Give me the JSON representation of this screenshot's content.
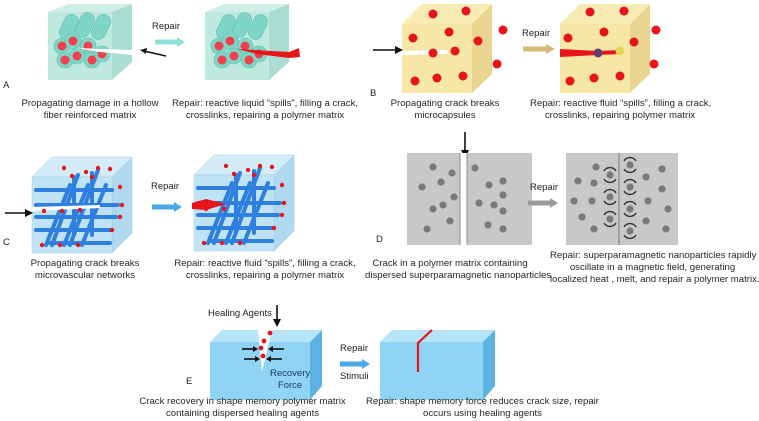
{
  "panels": {
    "A": {
      "letter": "A",
      "arrow_label": "Repair",
      "caption_before": [
        "Propagating damage in a hollow",
        "fiber reinforced matrix"
      ],
      "caption_after": [
        "Repair: reactive  liquid “spills”, filling a crack,",
        "crosslinks, repairing a polymer matrix"
      ],
      "colors": {
        "matrix": "#bfe8df",
        "fiber": "#6fcfbf",
        "core": "#f04050",
        "arrow": "#8ee0d6"
      }
    },
    "B": {
      "letter": "B",
      "arrow_label": "Repair",
      "caption_before": [
        "Propagating crack breaks",
        "microcapsules"
      ],
      "caption_after": [
        "Repair: reactive fluid “spills”, filling a crack,",
        "crosslinks, repairing polymer matrix"
      ],
      "colors": {
        "matrix": "#f6e7a6",
        "capsule": "#e8141c",
        "arrow": "#d8b878"
      }
    },
    "C": {
      "letter": "C",
      "arrow_label": "Repair",
      "caption_before": [
        "Propagating crack breaks",
        "microvascular networks"
      ],
      "caption_after": [
        "Repair: reactive fluid “spills”, filling a crack,",
        "crosslinks, repairing a polymer matrix"
      ],
      "colors": {
        "matrix": "#bfe3f5",
        "channel": "#2f7fe0",
        "tip": "#e8141c",
        "arrow": "#4aa8e6"
      }
    },
    "D": {
      "letter": "D",
      "arrow_label": "Repair",
      "caption_before": [
        "Crack in a polymer matrix containing",
        "dispersed superparamagnetic nanoparticles"
      ],
      "caption_after": [
        "Repair:  superparamagnetic  nanoparticles rapidly",
        "oscillate  in a  magnetic field, generating",
        "localized heat , melt, and repair a polymer matrix."
      ],
      "colors": {
        "matrix": "#c8c8c8",
        "particle": "#7a7a7a",
        "arrow": "#9a9a9a"
      }
    },
    "E": {
      "letter": "E",
      "arrow_label_top": "Repair",
      "arrow_label_bottom": "Stimuli",
      "healing_label": "Healing Agents",
      "force_label": [
        "Recovery",
        "Force"
      ],
      "caption_before": [
        "Crack recovery in shape memory polymer matrix",
        "containing  dispersed healing agents"
      ],
      "caption_after": [
        "Repair: shape memory force reduces crack size, repair",
        "occurs  using  healing agents"
      ],
      "colors": {
        "front": "#8fd3f5",
        "top": "#b6e4f8",
        "side": "#5cb2e0",
        "crack": "#e8141c",
        "arrow": "#4aa8e6"
      }
    }
  }
}
